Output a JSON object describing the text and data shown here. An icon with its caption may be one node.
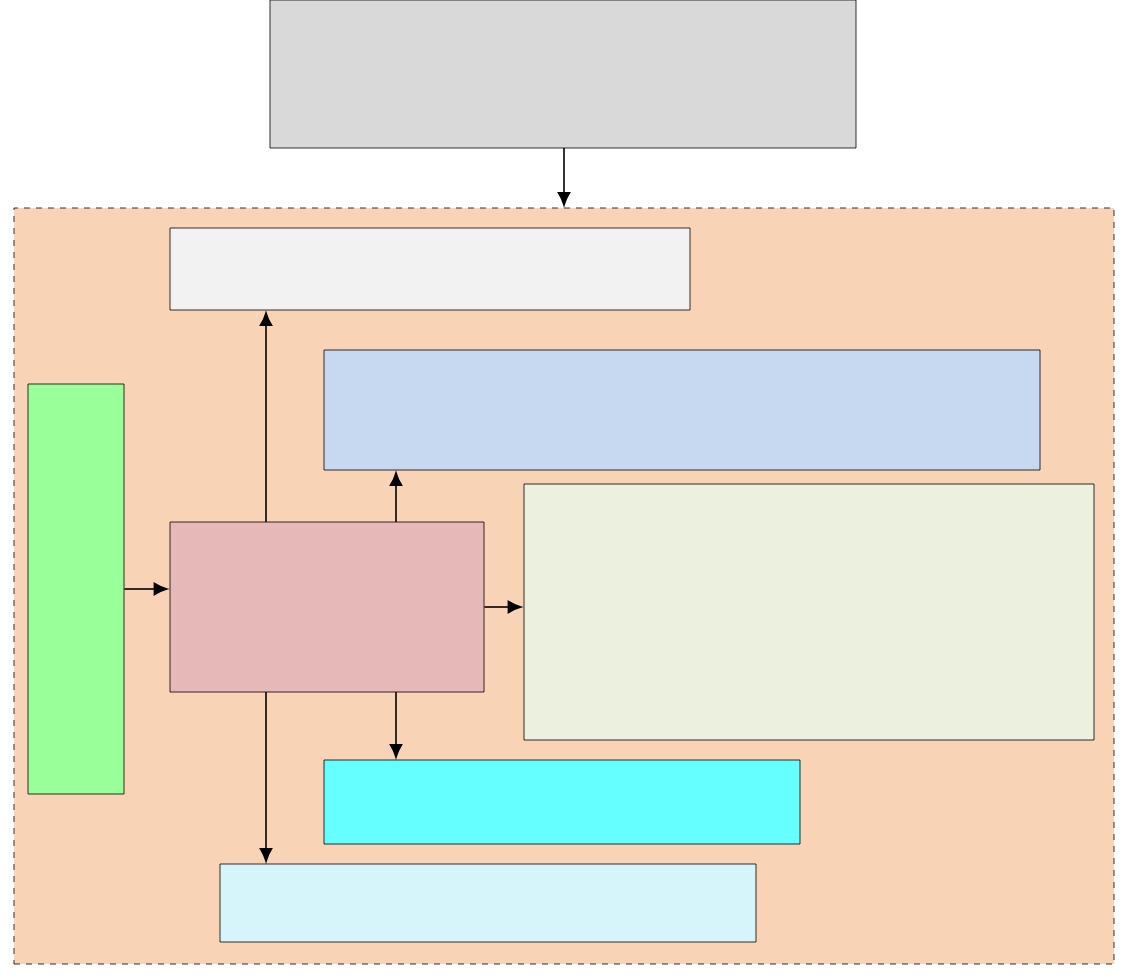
{
  "diagram": {
    "nodes": [
      {
        "text": [],
        "shape": "box"
      },
      {
        "text": [],
        "shape": "box"
      },
      {
        "text": [],
        "shape": "box",
        "in": 1
      },
      {
        "text": [],
        "shape": "box",
        "in": 1
      },
      {
        "text": [],
        "shape": "box",
        "in": 1
      },
      {
        "text": [],
        "shape": "box",
        "in": 1
      },
      {
        "text": [],
        "shape": "box",
        "in": 1
      },
      {
        "text": [],
        "shape": "box",
        "in": 1
      },
      {
        "text": [],
        "shape": "box",
        "in": 1
      }
    ],
    "edges": [
      {
        "from": 0,
        "to": 1,
        "arrow": "to"
      },
      {
        "from": 4,
        "to": 5,
        "arrow": "to"
      },
      {
        "from": 5,
        "to": 2,
        "arrow": "to"
      },
      {
        "from": 5,
        "to": 3,
        "arrow": "to"
      },
      {
        "from": 5,
        "to": 6,
        "arrow": "to"
      },
      {
        "from": 5,
        "to": 7,
        "arrow": "to"
      },
      {
        "from": 5,
        "to": 8,
        "arrow": "to"
      }
    ]
  }
}
